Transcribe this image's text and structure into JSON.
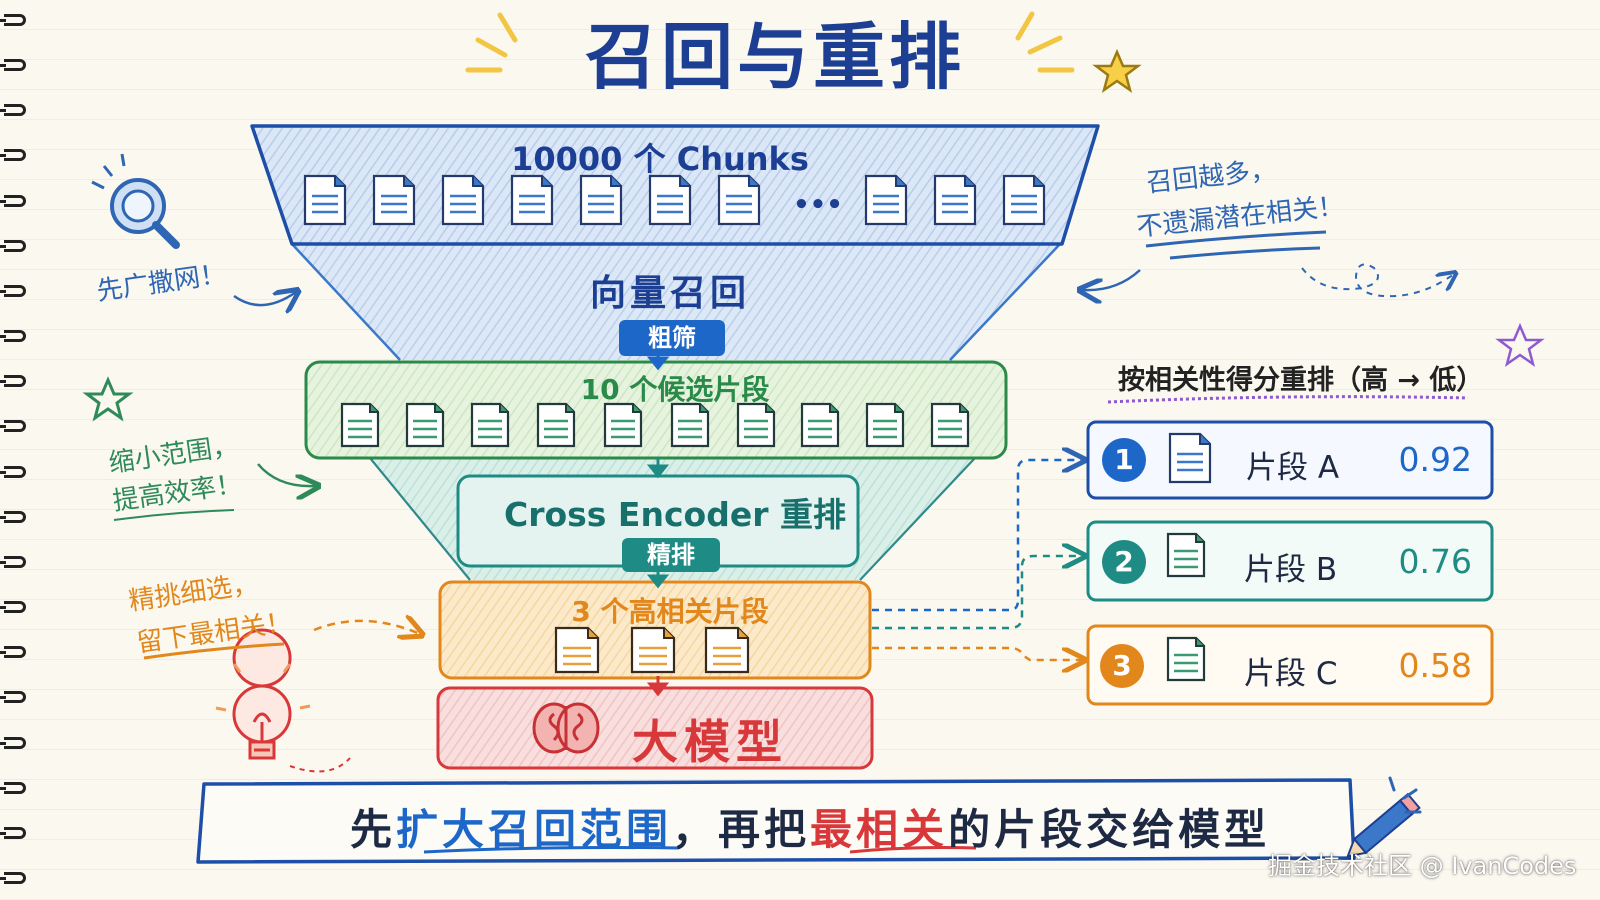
{
  "title": "召回与重排",
  "funnel": {
    "chunks_label": "10000 个 Chunks",
    "ellipsis": "•••",
    "recall_title": "向量召回",
    "recall_tag": "粗筛",
    "candidates_label": "10 个候选片段",
    "rerank_title": "Cross Encoder 重排",
    "rerank_tag": "精排",
    "top3_label": "3 个高相关片段",
    "llm_label": "大模型"
  },
  "notes": {
    "wide_net": "先广撒网！",
    "recall_more_1": "召回越多，",
    "recall_more_2": "不遗漏潜在相关！",
    "narrow_1": "缩小范围，",
    "narrow_2": "提高效率！",
    "pick_1": "精挑细选，",
    "pick_2": "留下最相关！"
  },
  "ranking": {
    "heading": "按相关性得分重排（高 → 低）",
    "items": [
      {
        "rank": "1",
        "label": "片段 A",
        "score": "0.92",
        "color": "#1d67c8"
      },
      {
        "rank": "2",
        "label": "片段 B",
        "score": "0.76",
        "color": "#1e8b84"
      },
      {
        "rank": "3",
        "label": "片段 C",
        "score": "0.58",
        "color": "#e2871c"
      }
    ]
  },
  "bottom": {
    "p1": "先",
    "p2": "扩大召回范围",
    "p3": "，再把",
    "p4": "最相关",
    "p5": "的片段交给模型"
  },
  "watermark": "掘金技术社区 @ IvanCodes",
  "colors": {
    "blue": "#1d67c8",
    "teal": "#1e8b84",
    "green": "#2a8a4a",
    "orange": "#e2871c",
    "red": "#d8383a",
    "yellow": "#f2c542"
  },
  "icons": [
    "magnifier-icon",
    "star-icon",
    "lightbulb-icon",
    "brain-icon",
    "document-icon",
    "pencil-icon"
  ]
}
